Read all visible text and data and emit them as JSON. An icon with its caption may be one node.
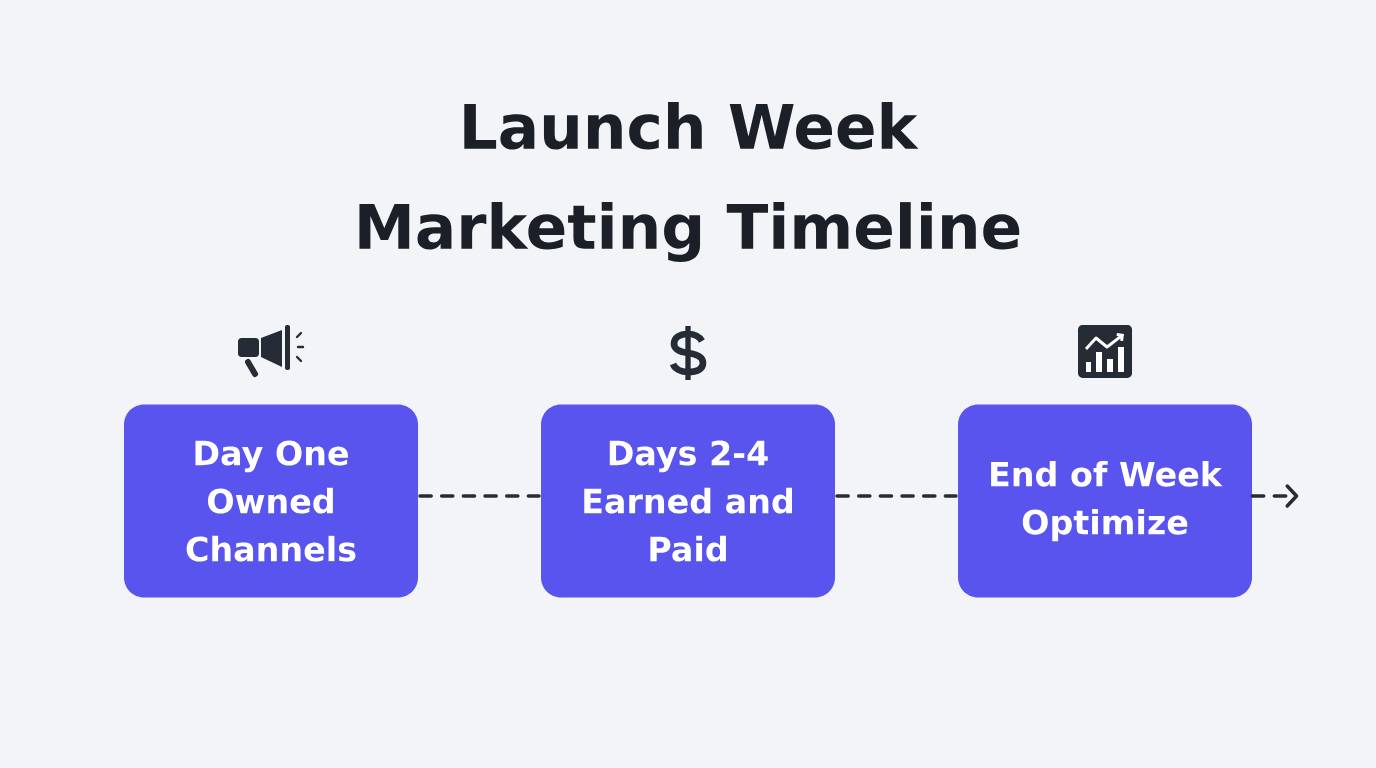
{
  "diagram": {
    "title": "Launch Week Marketing Timeline",
    "nodes": [
      {
        "text": [
          "Day One",
          "Owned Channels"
        ]
      },
      {
        "text": [
          "Days 2-4",
          "Earned and Paid"
        ]
      },
      {
        "text": [
          "End of Week",
          "Optimize"
        ]
      }
    ],
    "edges": [
      {
        "from": 0,
        "to": 1,
        "arrow": "none",
        "style": "dashed"
      },
      {
        "from": 1,
        "to": 2,
        "arrow": "none",
        "style": "dashed"
      },
      {
        "from": 2,
        "to": null,
        "arrow": "to",
        "style": "dashed"
      }
    ]
  }
}
